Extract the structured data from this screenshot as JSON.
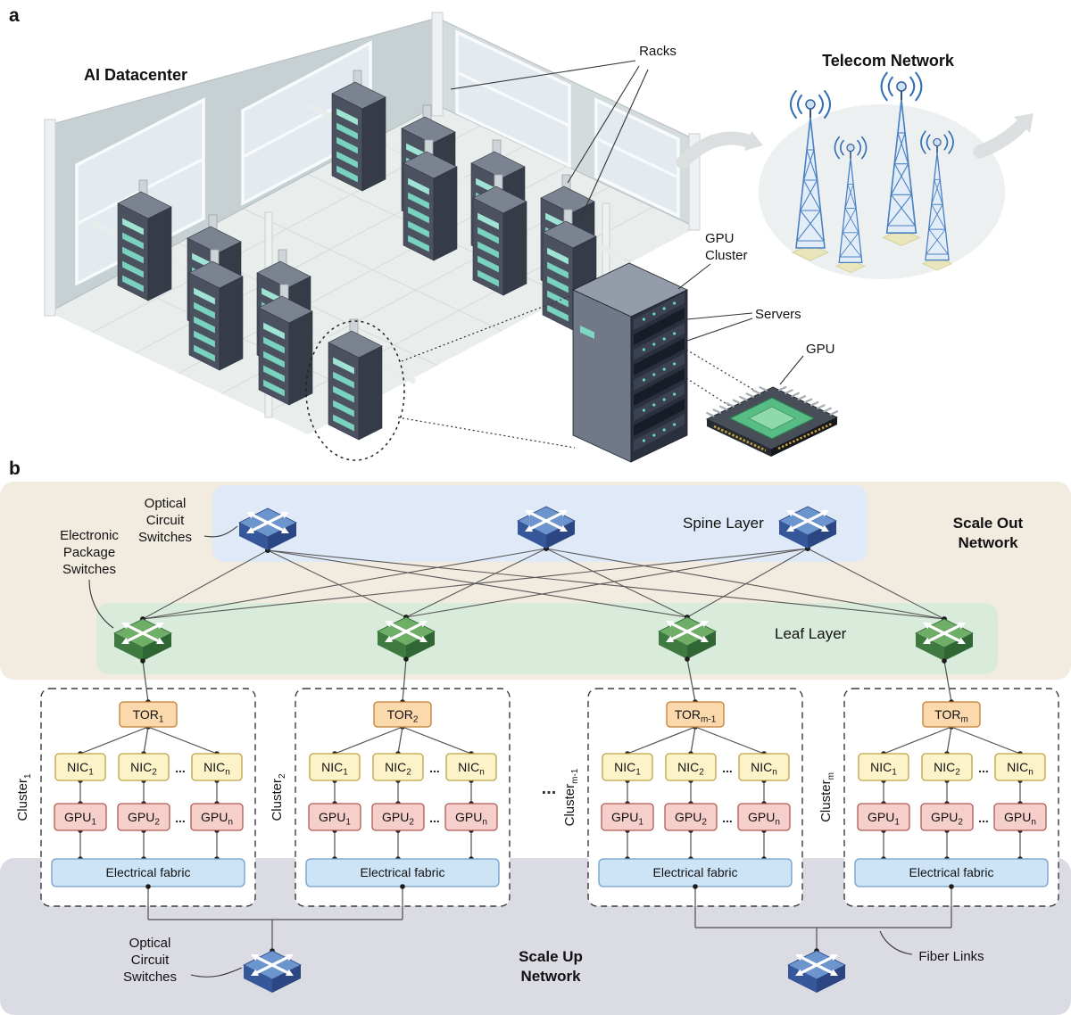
{
  "figure": {
    "panel_a_label": "a",
    "panel_b_label": "b"
  },
  "panel_a": {
    "datacenter_title": "AI Datacenter",
    "telecom_title": "Telecom Network",
    "racks_label": "Racks",
    "gpu_cluster_label_line1": "GPU",
    "gpu_cluster_label_line2": "Cluster",
    "servers_label": "Servers",
    "gpu_label": "GPU"
  },
  "panel_b": {
    "scale_out_line1": "Scale Out",
    "scale_out_line2": "Network",
    "scale_up_line1": "Scale Up",
    "scale_up_line2": "Network",
    "spine_layer_label": "Spine Layer",
    "leaf_layer_label": "Leaf Layer",
    "optical_circuit_switches_lines": [
      "Optical",
      "Circuit",
      "Switches"
    ],
    "electronic_package_switches_lines": [
      "Electronic",
      "Package",
      "Switches"
    ],
    "fiber_links_label": "Fiber Links",
    "cluster_gap_dots": "...",
    "row_dots": "...",
    "electrical_fabric_label": "Electrical fabric",
    "clusters": [
      {
        "label_base": "Cluster",
        "label_sub": "1",
        "tor_base": "TOR",
        "tor_sub": "1",
        "nic_base": "NIC",
        "nic_subs": [
          "1",
          "2",
          "n"
        ],
        "gpu_base": "GPU",
        "gpu_subs": [
          "1",
          "2",
          "n"
        ]
      },
      {
        "label_base": "Cluster",
        "label_sub": "2",
        "tor_base": "TOR",
        "tor_sub": "2",
        "nic_base": "NIC",
        "nic_subs": [
          "1",
          "2",
          "n"
        ],
        "gpu_base": "GPU",
        "gpu_subs": [
          "1",
          "2",
          "n"
        ]
      },
      {
        "label_base": "Cluster",
        "label_sub": "m-1",
        "tor_base": "TOR",
        "tor_sub": "m-1",
        "nic_base": "NIC",
        "nic_subs": [
          "1",
          "2",
          "n"
        ],
        "gpu_base": "GPU",
        "gpu_subs": [
          "1",
          "2",
          "n"
        ]
      },
      {
        "label_base": "Cluster",
        "label_sub": "m",
        "tor_base": "TOR",
        "tor_sub": "m",
        "nic_base": "NIC",
        "nic_subs": [
          "1",
          "2",
          "n"
        ],
        "gpu_base": "GPU",
        "gpu_subs": [
          "1",
          "2",
          "n"
        ]
      }
    ],
    "colors": {
      "scale_out_bg": "#f1ebe0",
      "scale_up_bg": "#dbdbe3",
      "spine_band": "#dfe9f7",
      "leaf_band": "#d9ecdb",
      "spine_text": "#4f7dbd",
      "leaf_text": "#4e8f50",
      "scale_out_text": "#7b5e2c",
      "scale_up_text": "#555a66",
      "tor_fill": "#fbd9ad",
      "nic_fill": "#fdf3c9",
      "gpu_fill": "#f6cfcb",
      "fabric_fill": "#cde4f7",
      "switch_blue_top": "#6b95cc",
      "switch_green_top": "#6fae66"
    }
  }
}
